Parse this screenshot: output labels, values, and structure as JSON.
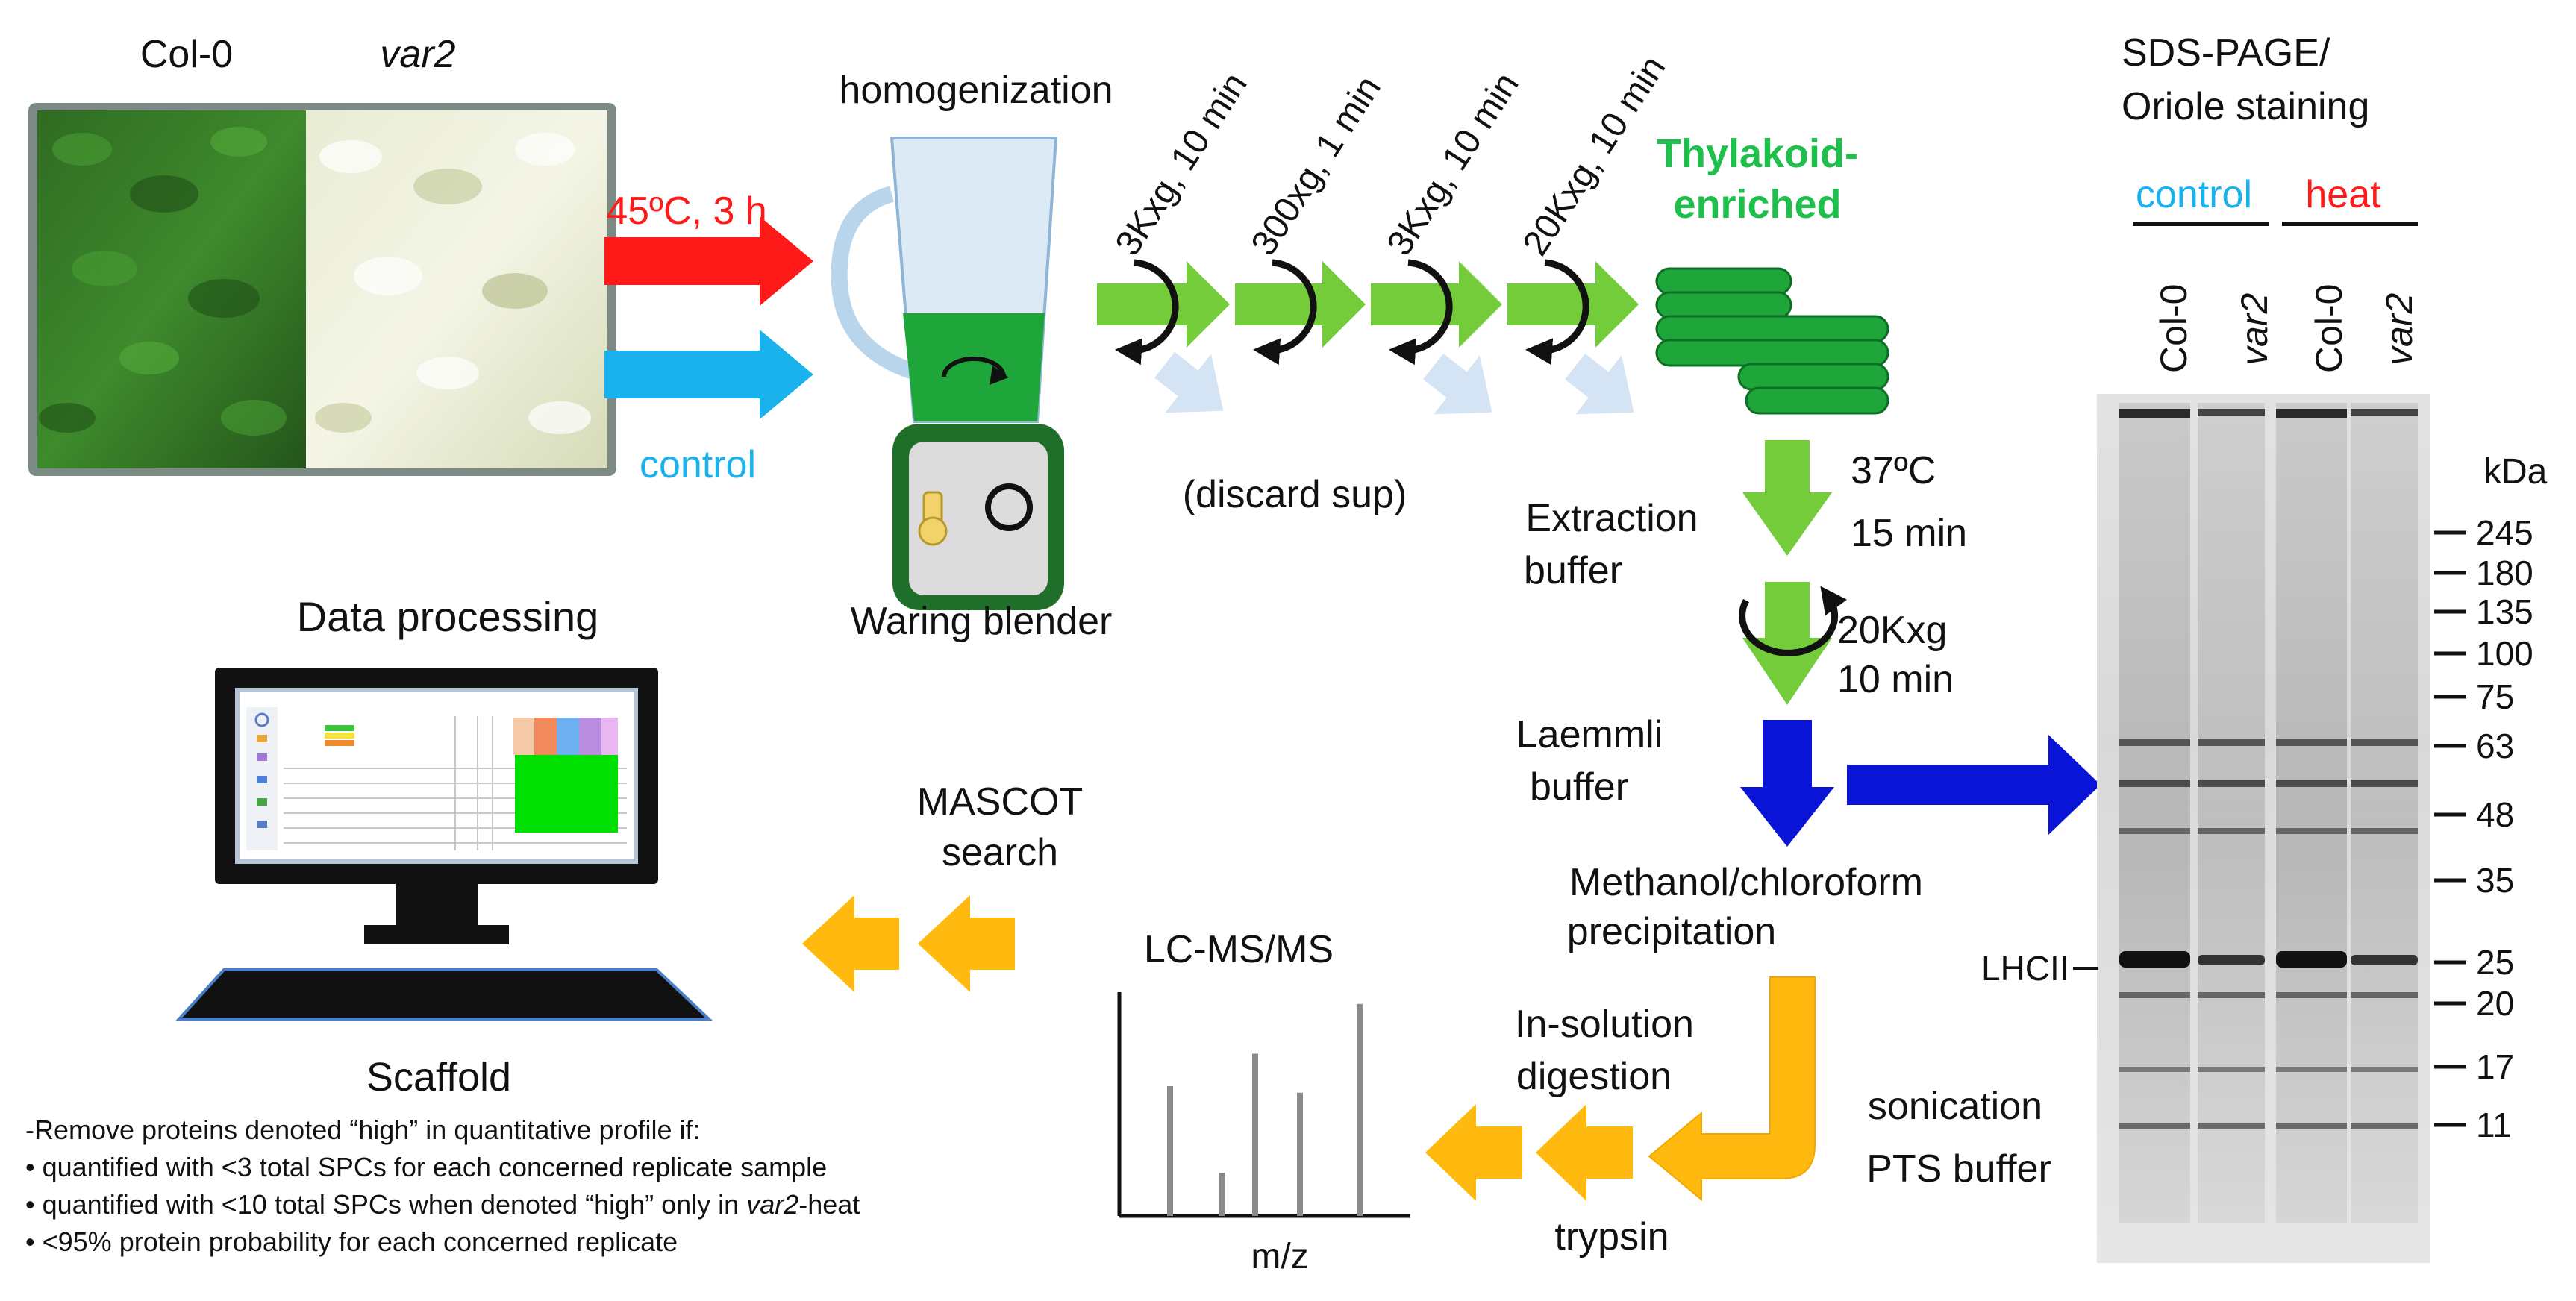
{
  "plants": {
    "col0_label": "Col-0",
    "var2_label": "var2",
    "heat_condition": "45ºC, 3 h",
    "control_condition": "control"
  },
  "blender": {
    "top_label": "homogenization",
    "bottom_label": "Waring blender"
  },
  "centrifugation": {
    "steps": [
      "3Kxg, 10 min",
      "300xg, 1 min",
      "3Kxg, 10 min",
      "20Kxg, 10 min"
    ],
    "discard_label": "(discard sup)"
  },
  "thylakoid": {
    "line1": "Thylakoid-",
    "line2": "enriched",
    "color": "#1fbf4c"
  },
  "extraction": {
    "buffer_line1": "Extraction",
    "buffer_line2": "buffer",
    "temp": "37ºC",
    "time": "15 min",
    "spin_force": "20Kxg",
    "spin_time": "10 min"
  },
  "laemmli": {
    "line1": "Laemmli",
    "line2": "buffer"
  },
  "precipitation": {
    "line1": "Methanol/chloroform",
    "line2": "precipitation"
  },
  "digestion": {
    "line1": "In-solution",
    "line2": "digestion",
    "sonication": "sonication",
    "pts_buffer": "PTS buffer",
    "trypsin": "trypsin"
  },
  "lcms": {
    "title": "LC-MS/MS",
    "xlabel": "m/z",
    "peaks": [
      0.6,
      0.2,
      0.75,
      0.57,
      0.98
    ]
  },
  "mascot": {
    "line1": "MASCOT",
    "line2": "search"
  },
  "computer": {
    "title": "Data processing",
    "caption": "Scaffold"
  },
  "filters": {
    "heading": "-Remove proteins denoted “high” in quantitative profile if:",
    "items": [
      "quantified with <3 total SPCs for each concerned replicate sample",
      "quantified with <10 total SPCs when denoted “high” only in ",
      "<95% protein probability for each concerned replicate"
    ],
    "item2_italic": "var2",
    "item2_suffix": "-heat"
  },
  "gel": {
    "title_line1": "SDS-PAGE/",
    "title_line2": "Oriole staining",
    "group_control": "control",
    "group_heat": "heat",
    "lanes": [
      "Col-0",
      "var2",
      "Col-0",
      "var2"
    ],
    "unit": "kDa",
    "markers": [
      "245",
      "180",
      "135",
      "100",
      "75",
      "63",
      "48",
      "35",
      "25",
      "20",
      "17",
      "11"
    ],
    "band_label": "LHCII"
  },
  "colors": {
    "heat_red": "#ff1a1a",
    "control_blue": "#1ab2ec",
    "spin_green": "#74cc3a",
    "laemmli_blue": "#0a14d6",
    "workflow_orange": "#ffb90f",
    "discard_blue": "#d4e4f4"
  }
}
